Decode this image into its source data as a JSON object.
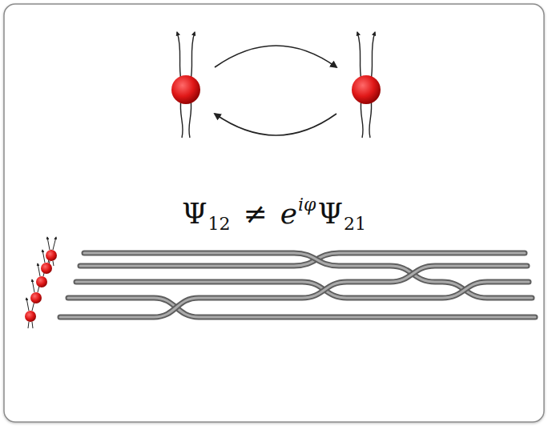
{
  "diagram": {
    "labels": [
      "Ψ",
      "12",
      "≠",
      "e",
      "iφ",
      "Ψ",
      "21"
    ]
  }
}
